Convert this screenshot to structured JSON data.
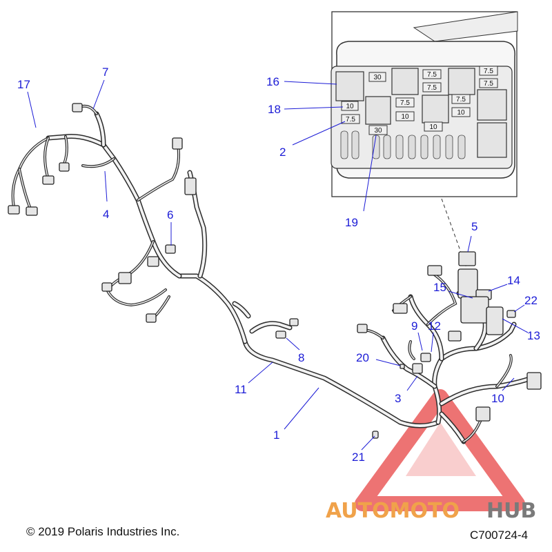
{
  "callouts": [
    {
      "id": "c1",
      "label": "1"
    },
    {
      "id": "c2",
      "label": "2"
    },
    {
      "id": "c3",
      "label": "3"
    },
    {
      "id": "c4",
      "label": "4"
    },
    {
      "id": "c5",
      "label": "5"
    },
    {
      "id": "c6",
      "label": "6"
    },
    {
      "id": "c7",
      "label": "7"
    },
    {
      "id": "c8",
      "label": "8"
    },
    {
      "id": "c9",
      "label": "9"
    },
    {
      "id": "c10",
      "label": "10"
    },
    {
      "id": "c11",
      "label": "11"
    },
    {
      "id": "c12",
      "label": "12"
    },
    {
      "id": "c13",
      "label": "13"
    },
    {
      "id": "c14",
      "label": "14"
    },
    {
      "id": "c15",
      "label": "15"
    },
    {
      "id": "c16",
      "label": "16"
    },
    {
      "id": "c17",
      "label": "17"
    },
    {
      "id": "c18",
      "label": "18"
    },
    {
      "id": "c19",
      "label": "19"
    },
    {
      "id": "c20",
      "label": "20"
    },
    {
      "id": "c21",
      "label": "21"
    },
    {
      "id": "c22",
      "label": "22"
    }
  ],
  "fuse_box": {
    "fuses": [
      "30",
      "7.5",
      "7.5",
      "7.5",
      "7.5",
      "10",
      "7.5",
      "10",
      "7.5",
      "10",
      "10",
      "7.5",
      "30",
      "10"
    ]
  },
  "watermark": {
    "part1": "AUTOMOTO",
    "part2": "HUB",
    "color_primary": "#f0a24a",
    "color_secondary": "#7a7a7a",
    "triangle_color": "#e84545"
  },
  "footer": {
    "copyright": "© 2019 Polaris Industries Inc.",
    "diagram_code": "C700724-4"
  },
  "colors": {
    "callout": "#1b1bd6"
  }
}
